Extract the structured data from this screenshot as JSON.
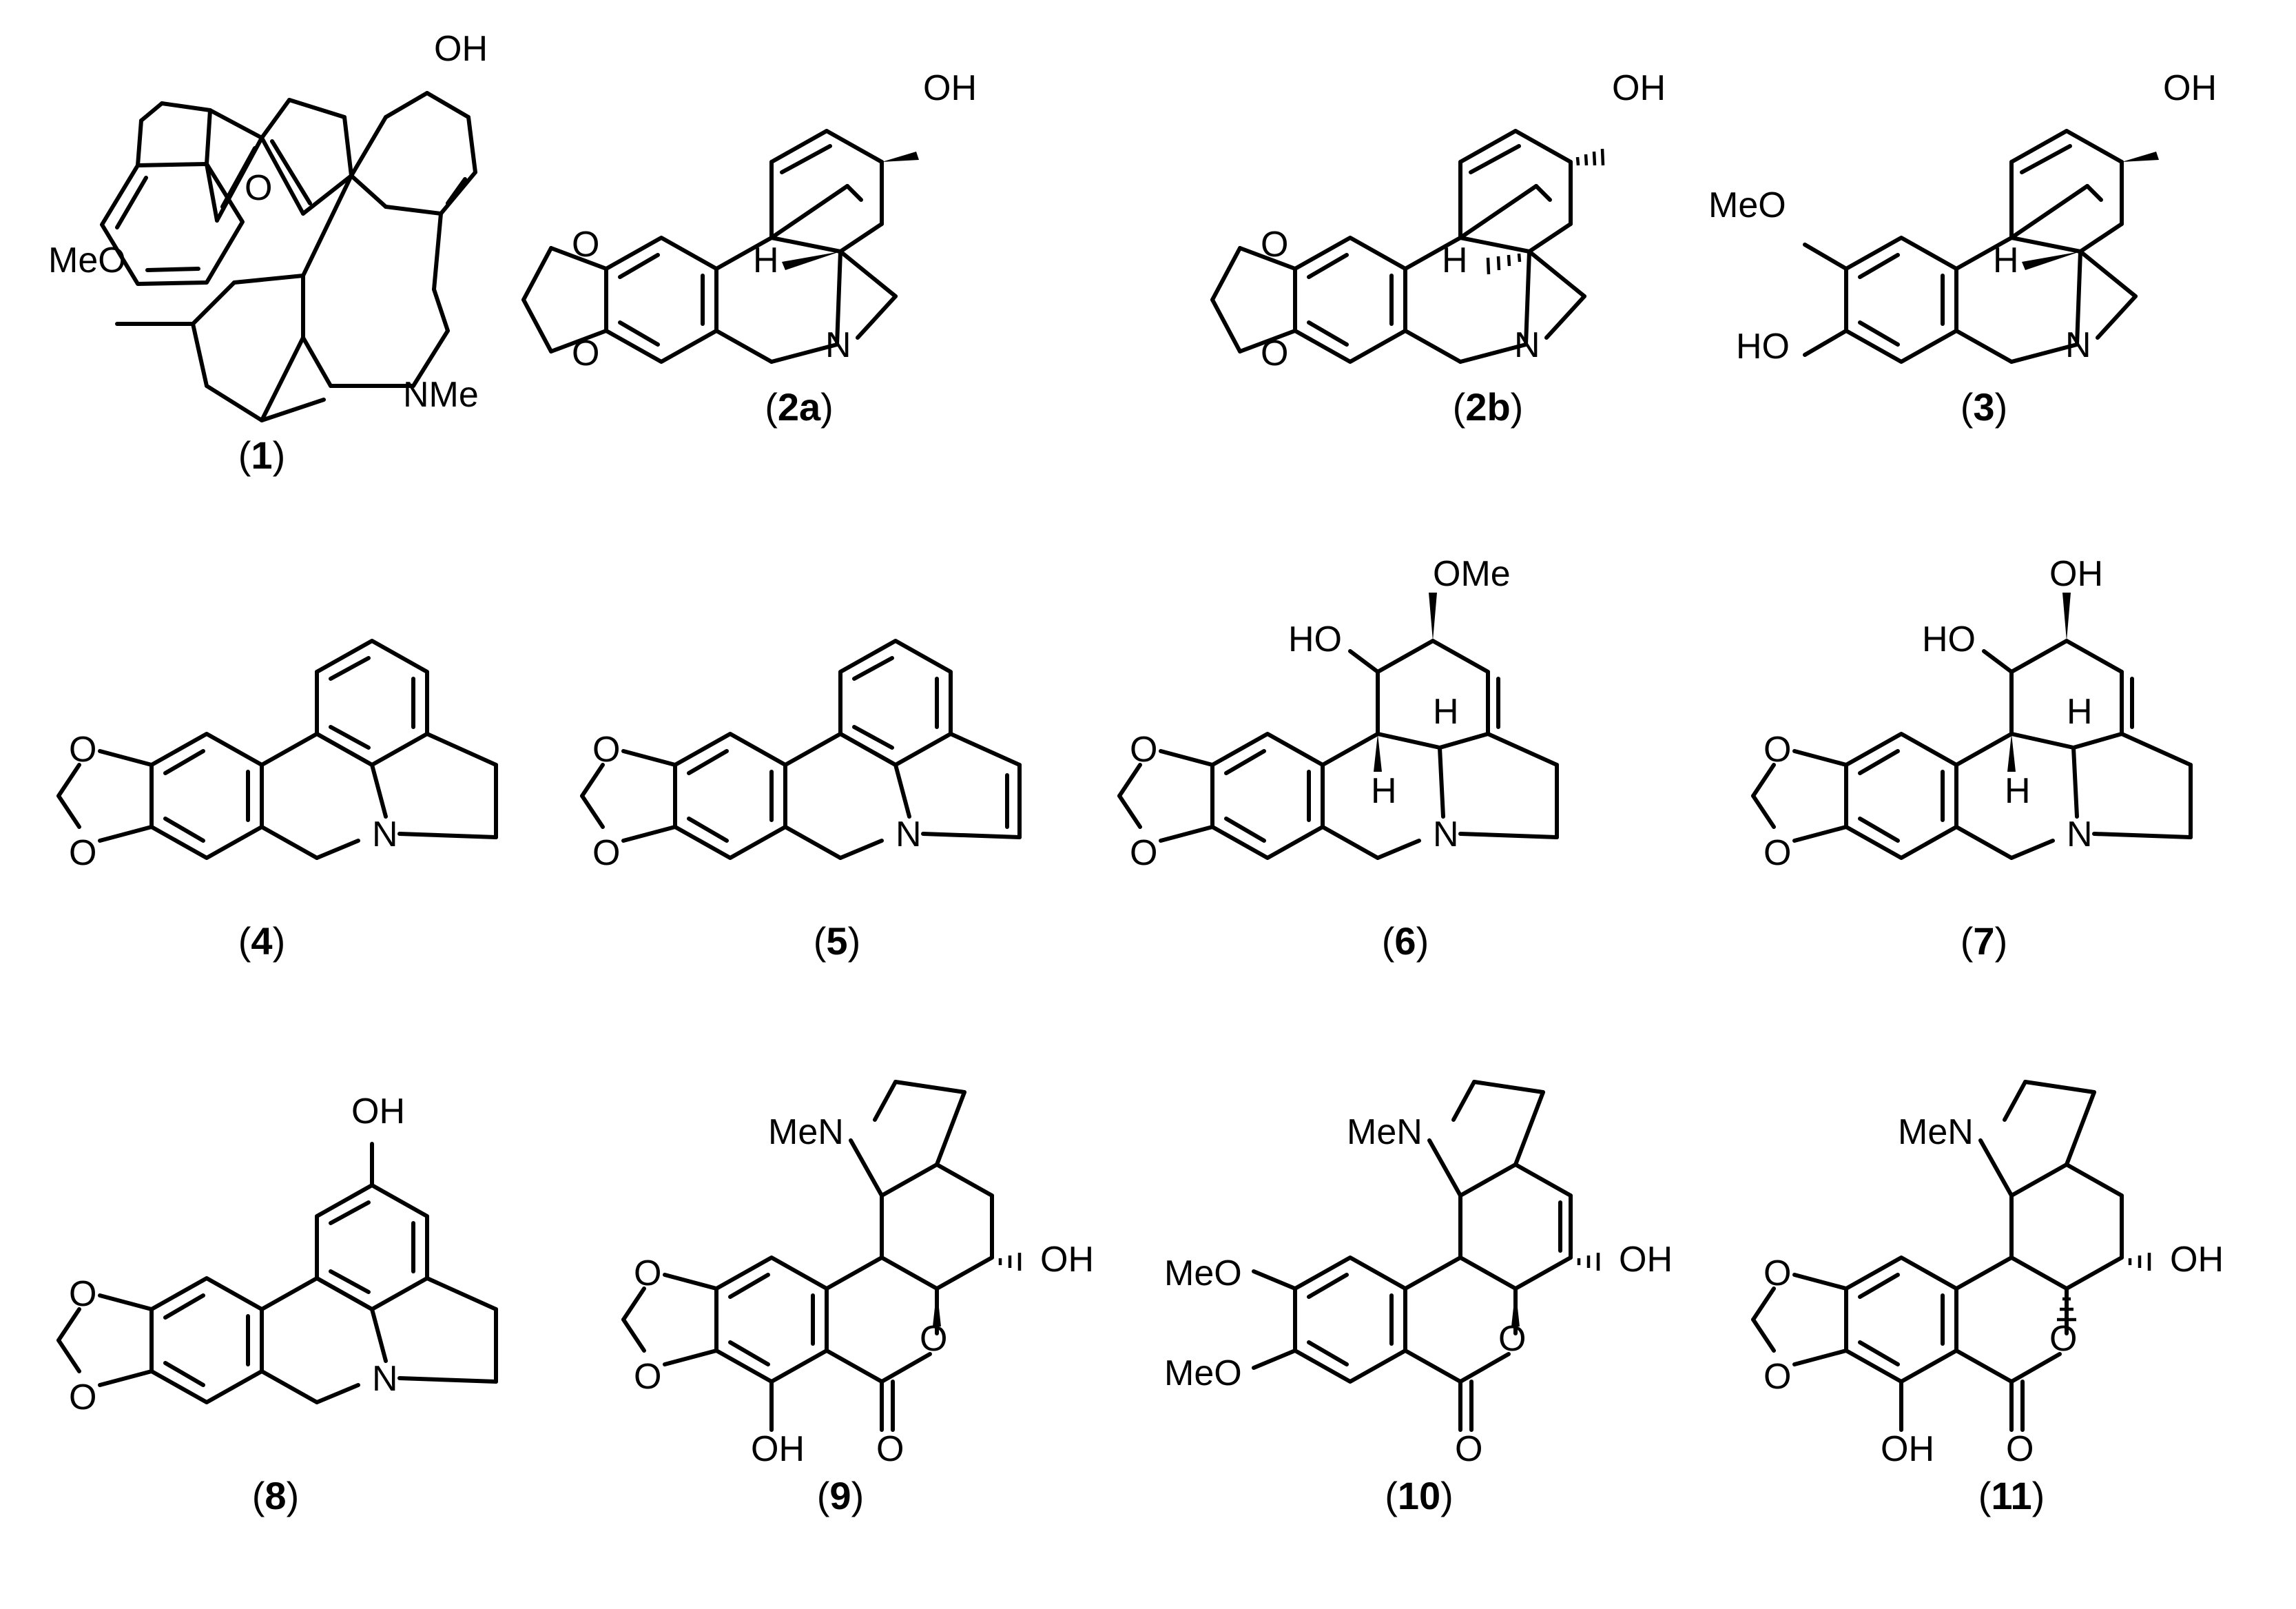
{
  "figure": {
    "compounds": [
      {
        "id": "c1",
        "paren_open": "(",
        "number": "1",
        "paren_close": ")"
      },
      {
        "id": "c2a",
        "paren_open": "(",
        "number": "2a",
        "paren_close": ")"
      },
      {
        "id": "c2b",
        "paren_open": "(",
        "number": "2b",
        "paren_close": ")"
      },
      {
        "id": "c3",
        "paren_open": "(",
        "number": "3",
        "paren_close": ")"
      },
      {
        "id": "c4",
        "paren_open": "(",
        "number": "4",
        "paren_close": ")"
      },
      {
        "id": "c5",
        "paren_open": "(",
        "number": "5",
        "paren_close": ")"
      },
      {
        "id": "c6",
        "paren_open": "(",
        "number": "6",
        "paren_close": ")"
      },
      {
        "id": "c7",
        "paren_open": "(",
        "number": "7",
        "paren_close": ")"
      },
      {
        "id": "c8",
        "paren_open": "(",
        "number": "8",
        "paren_close": ")"
      },
      {
        "id": "c9",
        "paren_open": "(",
        "number": "9",
        "paren_close": ")"
      },
      {
        "id": "c10",
        "paren_open": "(",
        "number": "10",
        "paren_close": ")"
      },
      {
        "id": "c11",
        "paren_open": "(",
        "number": "11",
        "paren_close": ")"
      }
    ],
    "atoms": {
      "OH": "OH",
      "HO": "HO",
      "O": "O",
      "N": "N",
      "H": "H",
      "MeO": "MeO",
      "OMe": "OMe",
      "NMe": "NMe",
      "MeN": "MeN"
    }
  }
}
